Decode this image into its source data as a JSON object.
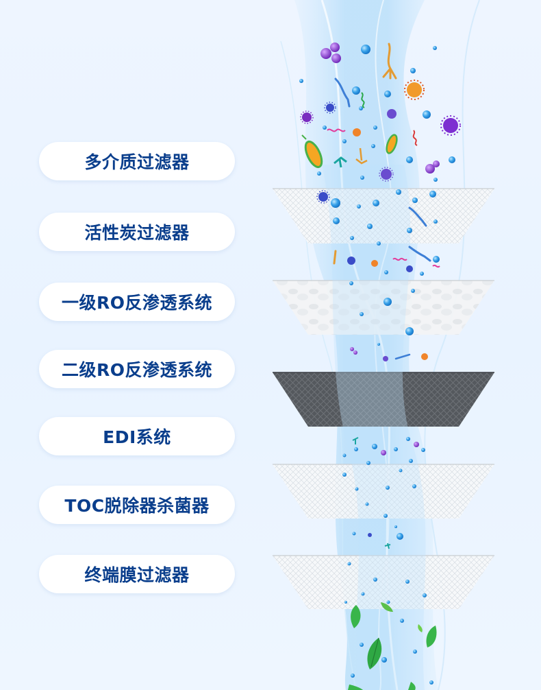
{
  "stages": [
    {
      "id": "multimedia-filter",
      "label": "多介质过滤器"
    },
    {
      "id": "activated-carbon-filter",
      "label": "活性炭过滤器"
    },
    {
      "id": "primary-ro-system",
      "label": "一级RO反渗透系统"
    },
    {
      "id": "secondary-ro-system",
      "label": "二级RO反渗透系统"
    },
    {
      "id": "edi-system",
      "label": "EDI系统"
    },
    {
      "id": "toc-remover-sterilizer",
      "label": "TOC脱除器杀菌器"
    },
    {
      "id": "terminal-membrane-filter",
      "label": "终端膜过滤器"
    }
  ],
  "colors": {
    "label_text": "#0a3e8c",
    "pill_bg": "#ffffff",
    "water_blue": "#3aa3ea",
    "dark_membrane": "#4a4d52",
    "leaf_green": "#39b54a"
  }
}
